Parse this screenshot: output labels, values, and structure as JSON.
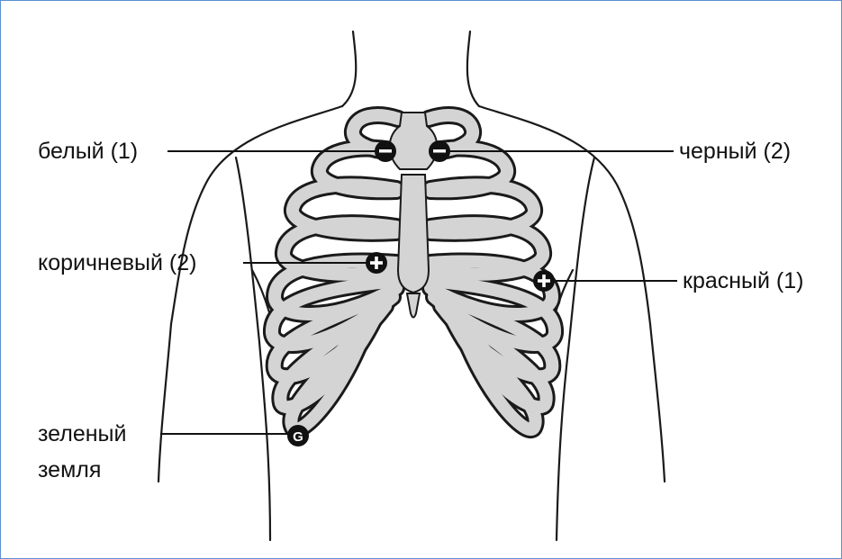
{
  "labels": {
    "white": "белый (1)",
    "black": "черный (2)",
    "brown": "коричневый (2)",
    "red": "красный (1)",
    "green": "зеленый",
    "ground": "земля"
  },
  "electrodes": {
    "white_symbol": "−",
    "black_symbol": "−",
    "brown_symbol": "+",
    "red_symbol": "+",
    "green_symbol": "G"
  },
  "colors": {
    "bone_fill": "#d4d4d4",
    "outline": "#1a1a1a",
    "electrode": "#111111",
    "frame_border": "#5b8fd0"
  }
}
